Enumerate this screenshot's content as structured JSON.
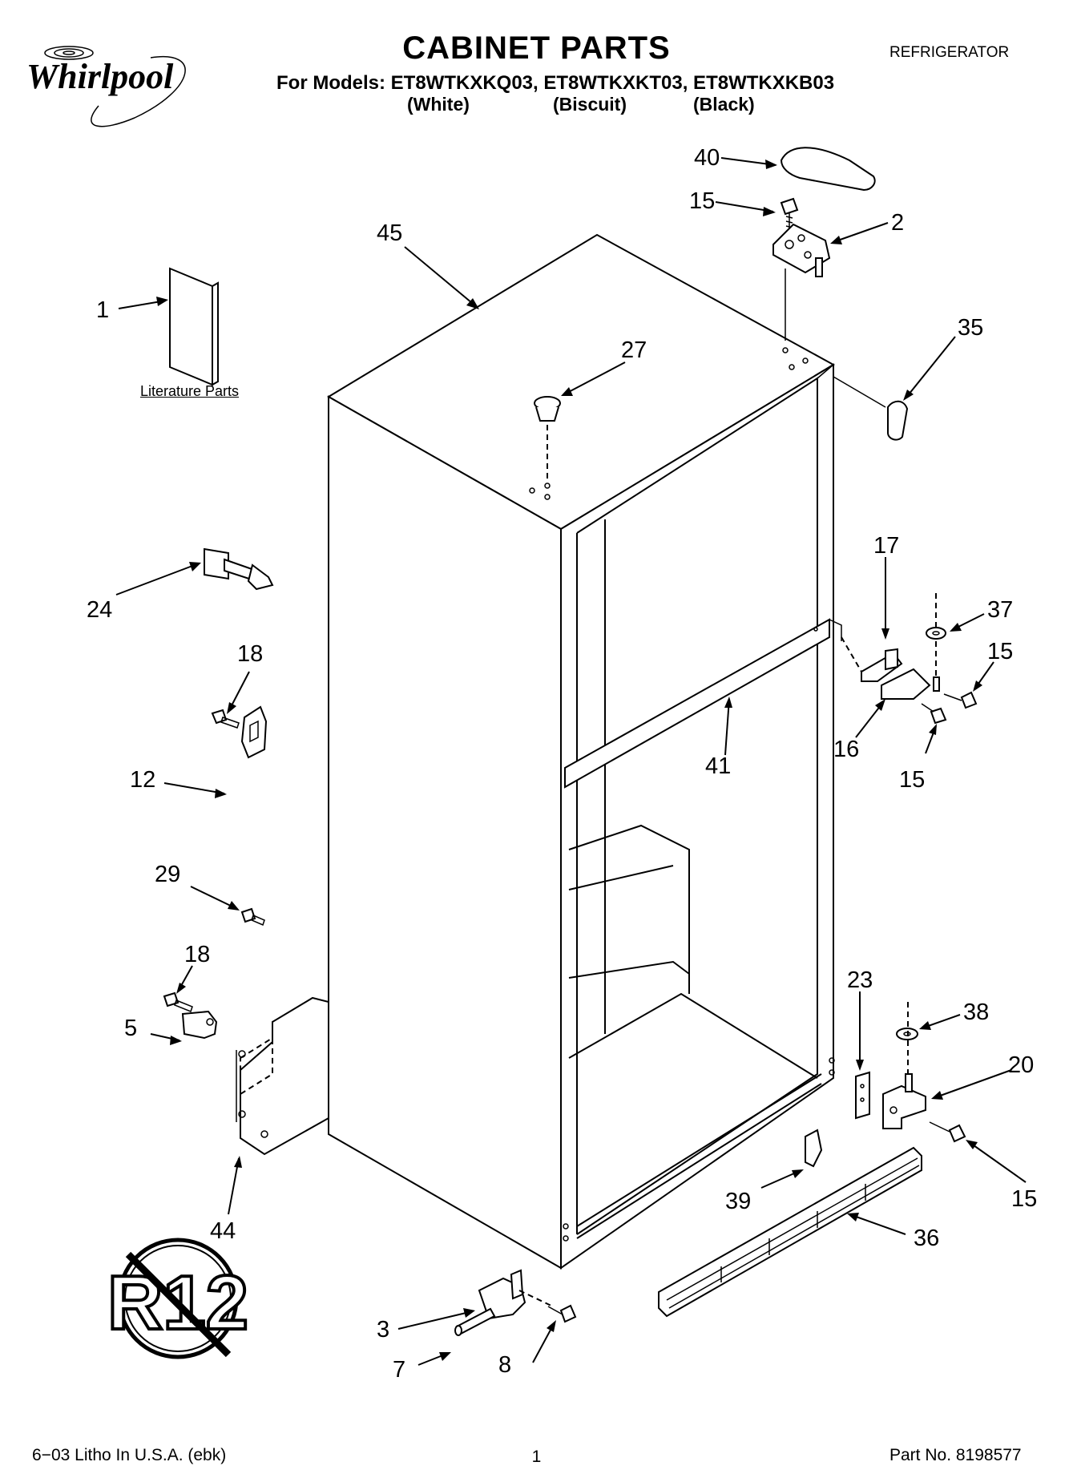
{
  "header": {
    "brand": "Whirlpool",
    "title": "CABINET PARTS",
    "models_line": "For Models: ET8WTKXKQ03, ET8WTKXKT03, ET8WTKXKB03",
    "colors": [
      "(White)",
      "(Biscuit)",
      "(Black)"
    ],
    "doc_type": "REFRIGERATOR"
  },
  "literature_label": "Literature Parts",
  "badge_text": "R12",
  "callouts": {
    "c40": "40",
    "c15a": "15",
    "c2": "2",
    "c45": "45",
    "c1": "1",
    "c35": "35",
    "c27": "27",
    "c17": "17",
    "c37": "37",
    "c15b": "15",
    "c24": "24",
    "c18a": "18",
    "c41": "41",
    "c16": "16",
    "c15c": "15",
    "c12": "12",
    "c29": "29",
    "c18b": "18",
    "c23": "23",
    "c38": "38",
    "c5": "5",
    "c20": "20",
    "c15d": "15",
    "c39": "39",
    "c36": "36",
    "c44": "44",
    "c3": "3",
    "c7": "7",
    "c8": "8"
  },
  "footer": {
    "litho": "6−03 Litho In U.S.A. (ebk)",
    "page": "1",
    "part_no": "Part No. 8198577"
  }
}
